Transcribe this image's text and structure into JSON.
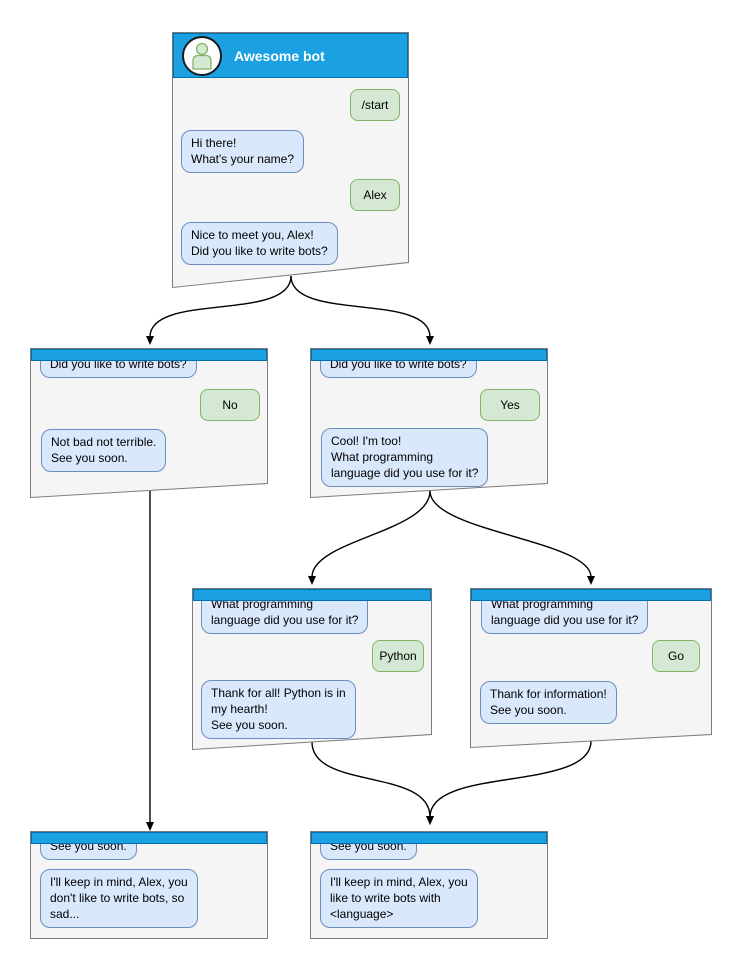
{
  "colors": {
    "header_blue": "#1ba1e2",
    "header_border": "#006eaf",
    "bot_bubble_fill": "#dae8fc",
    "bot_bubble_border": "#6c8ebf",
    "user_bubble_fill": "#d5e8d4",
    "user_bubble_border": "#82b366",
    "window_fill": "#f5f5f5",
    "window_border": "#7b7b7b",
    "connector": "#000000"
  },
  "windows": {
    "start": {
      "title": "Awesome bot",
      "messages": {
        "m0": "/start",
        "m1": "Hi there!\nWhat's your name?",
        "m2": "Alex",
        "m3": "Nice to meet you, Alex!\nDid you like to write bots?"
      }
    },
    "branch_no": {
      "messages": {
        "m0": "Did you like to write bots?",
        "m1": "No",
        "m2": "Not bad not terrible.\nSee you soon."
      }
    },
    "branch_yes": {
      "messages": {
        "m0": "Did you like to write bots?",
        "m1": "Yes",
        "m2": "Cool! I'm too!\nWhat programming\nlanguage did you use for it?"
      }
    },
    "lang_python": {
      "messages": {
        "m0": "What programming\nlanguage did you use for it?",
        "m1": "Python",
        "m2": "Thank for all! Python is in\nmy hearth!\nSee you soon."
      }
    },
    "lang_go": {
      "messages": {
        "m0": "What programming\nlanguage did you use for it?",
        "m1": "Go",
        "m2": "Thank for information!\nSee you soon."
      }
    },
    "end_no": {
      "messages": {
        "m0": "See you soon.",
        "m1": "I'll keep in mind, Alex, you\ndon't like to write bots, so\nsad..."
      }
    },
    "end_yes": {
      "messages": {
        "m0": "See you soon.",
        "m1": "I'll keep in mind, Alex, you\nlike to write bots with\n<language>"
      }
    }
  }
}
